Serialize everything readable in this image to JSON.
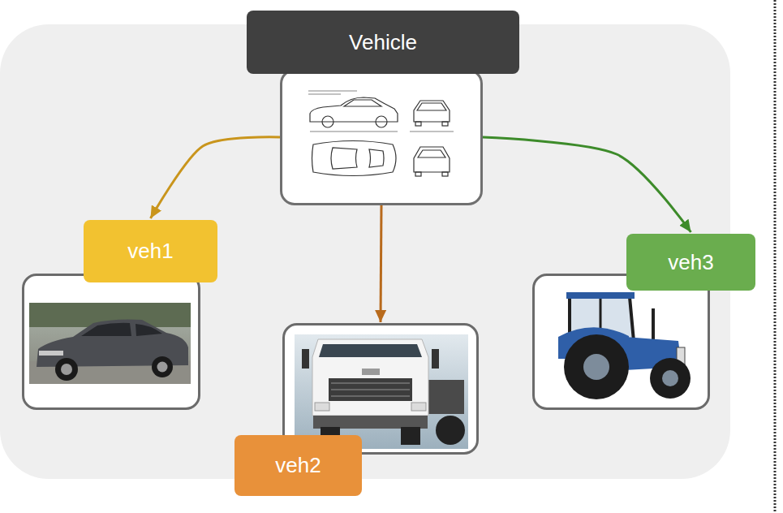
{
  "diagram": {
    "nodes": [
      {
        "text": [
          "Vehicle"
        ]
      },
      {
        "text": [
          "veh1"
        ]
      },
      {
        "text": [
          "veh2"
        ]
      },
      {
        "text": [
          "veh3"
        ]
      }
    ],
    "edges": [
      {
        "from": 0,
        "to": 1,
        "arrow": "to"
      },
      {
        "from": 0,
        "to": 2,
        "arrow": "to"
      },
      {
        "from": 0,
        "to": 3,
        "arrow": "to"
      }
    ]
  }
}
